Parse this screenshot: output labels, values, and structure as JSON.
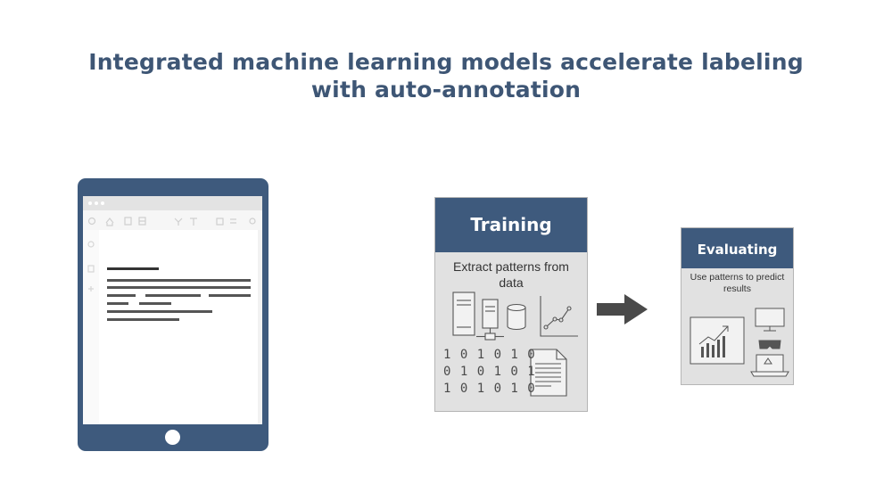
{
  "headline": {
    "line1": "Integrated machine learning models accelerate labeling",
    "line2": "with auto-annotation"
  },
  "training_card": {
    "title": "Training",
    "description_line1": "Extract patterns from",
    "description_line2": "data",
    "binary_rows": [
      "1 0 1 0 1 0",
      "0 1 0 1 0 1",
      "1 0 1 0 1 0"
    ],
    "icons": [
      "server-icon",
      "network-device-icon",
      "database-icon",
      "line-graph-icon",
      "document-icon"
    ]
  },
  "evaluating_card": {
    "title": "Evaluating",
    "description_line1": "Use patterns to predict",
    "description_line2": "results",
    "icons": [
      "presentation-chart-icon",
      "monitor-icon",
      "vr-headset-icon",
      "laptop-icon"
    ]
  },
  "colors": {
    "headline": "#3e5675",
    "card_header": "#3e5a7d",
    "card_body": "#e1e1e1",
    "tablet_frame": "#3e5a7d",
    "arrow": "#4a4a4a"
  }
}
